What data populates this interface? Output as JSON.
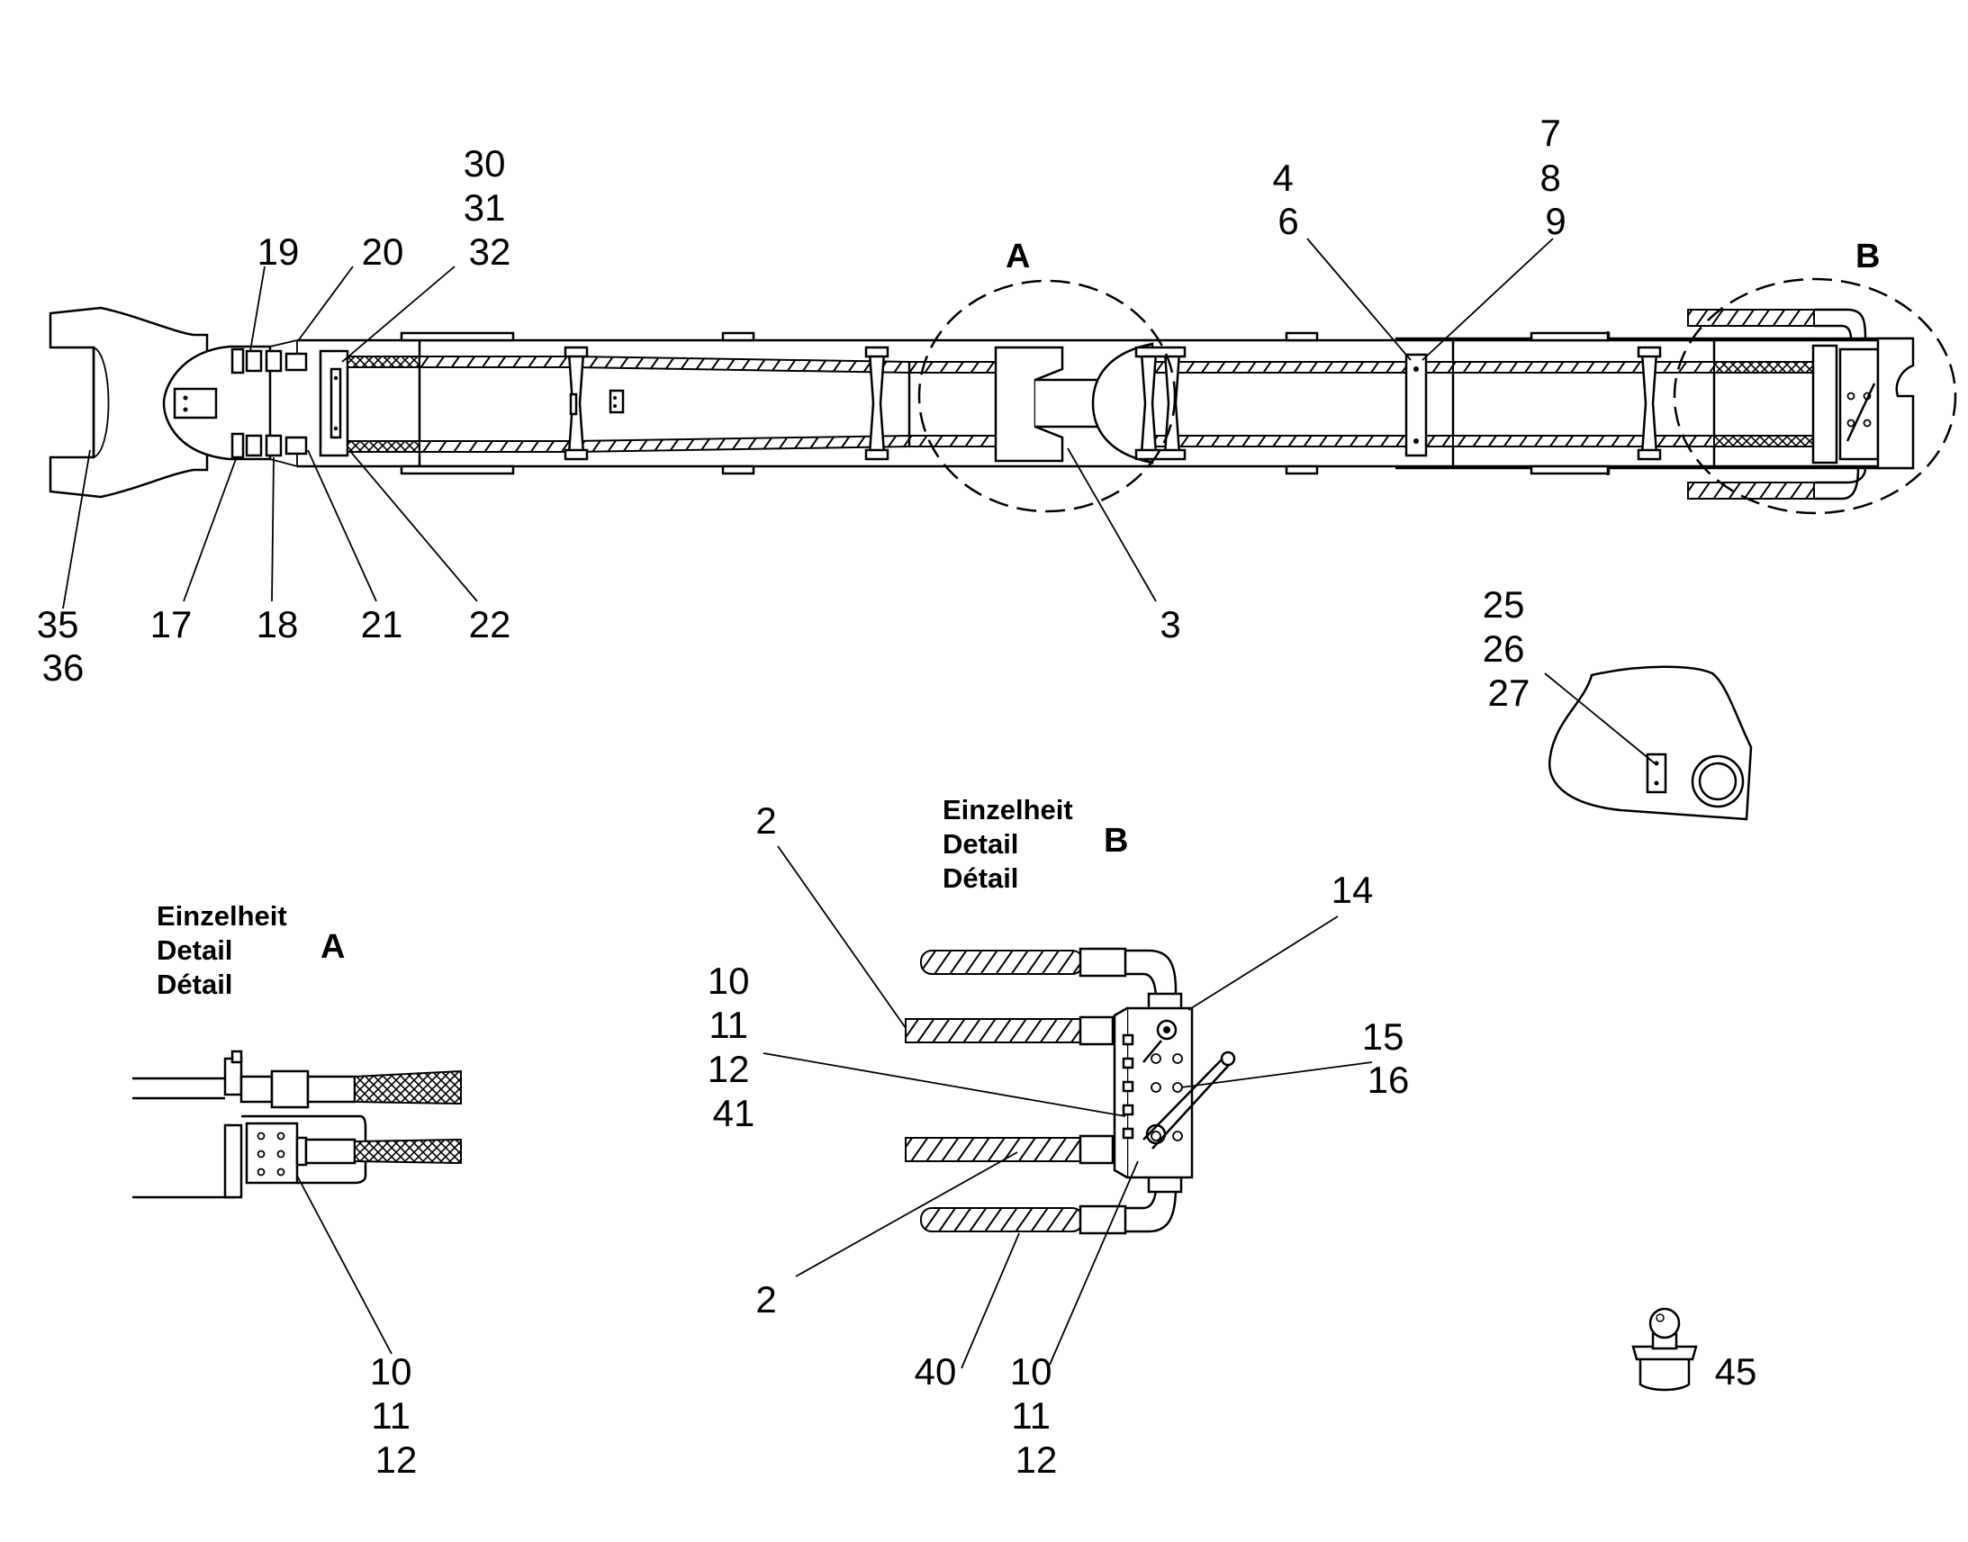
{
  "callouts": {
    "c1": [
      "19"
    ],
    "c2": [
      "20"
    ],
    "c3": [
      "30",
      "31",
      "32"
    ],
    "c4": [
      "4",
      "6"
    ],
    "c5": [
      "7",
      "8",
      "9"
    ],
    "c6": [
      "35",
      "36"
    ],
    "c7": [
      "17"
    ],
    "c8": [
      "18"
    ],
    "c9": [
      "21"
    ],
    "c10": [
      "22"
    ],
    "c11": [
      "3"
    ],
    "c12": [
      "25",
      "26",
      "27"
    ],
    "c13": [
      "2"
    ],
    "c14": [
      "14"
    ],
    "c15": [
      "10",
      "11",
      "12",
      "41"
    ],
    "c16": [
      "15",
      "16"
    ],
    "c17": [
      "2"
    ],
    "c18": [
      "40"
    ],
    "c19": [
      "10",
      "11",
      "12"
    ],
    "c20": [
      "10",
      "11",
      "12"
    ],
    "c21": [
      "45"
    ]
  },
  "detail_markers": {
    "a": "A",
    "b": "B"
  },
  "detail_a": {
    "lines": [
      "Einzelheit",
      "Detail",
      "Détail"
    ],
    "letter": "A"
  },
  "detail_b": {
    "lines": [
      "Einzelheit",
      "Detail",
      "Détail"
    ],
    "letter": "B"
  }
}
